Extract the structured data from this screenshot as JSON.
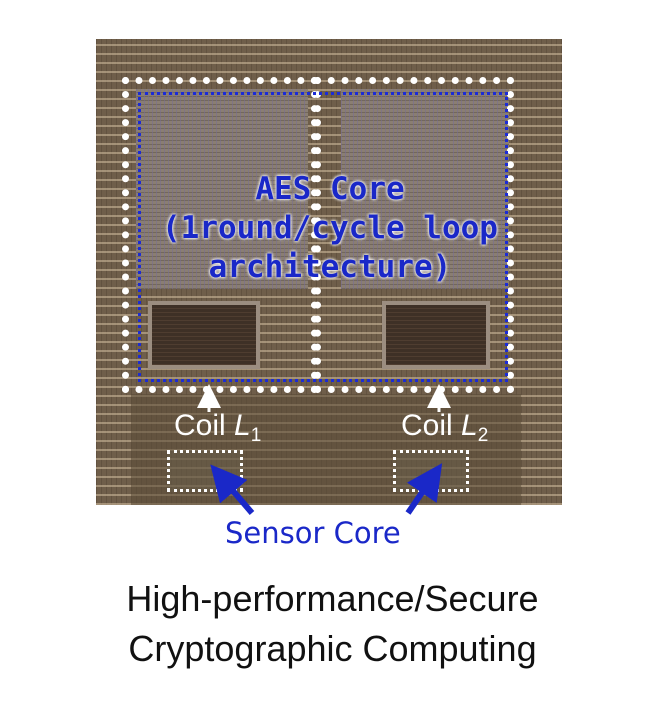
{
  "aes_core": {
    "line1": "AES Core",
    "line2": "(1round/cycle loop",
    "line3": "architecture)"
  },
  "coils": [
    {
      "prefix": "Coil ",
      "symbol": "L",
      "subscript": "1"
    },
    {
      "prefix": "Coil ",
      "symbol": "L",
      "subscript": "2"
    }
  ],
  "sensor_label": "Sensor Core",
  "caption": {
    "line1": "High-performance/Secure",
    "line2": "Cryptographic Computing"
  },
  "colors": {
    "annotation_blue": "#1a28c8",
    "outline_white": "#ffffff",
    "die_base": "#6f5e4a"
  }
}
